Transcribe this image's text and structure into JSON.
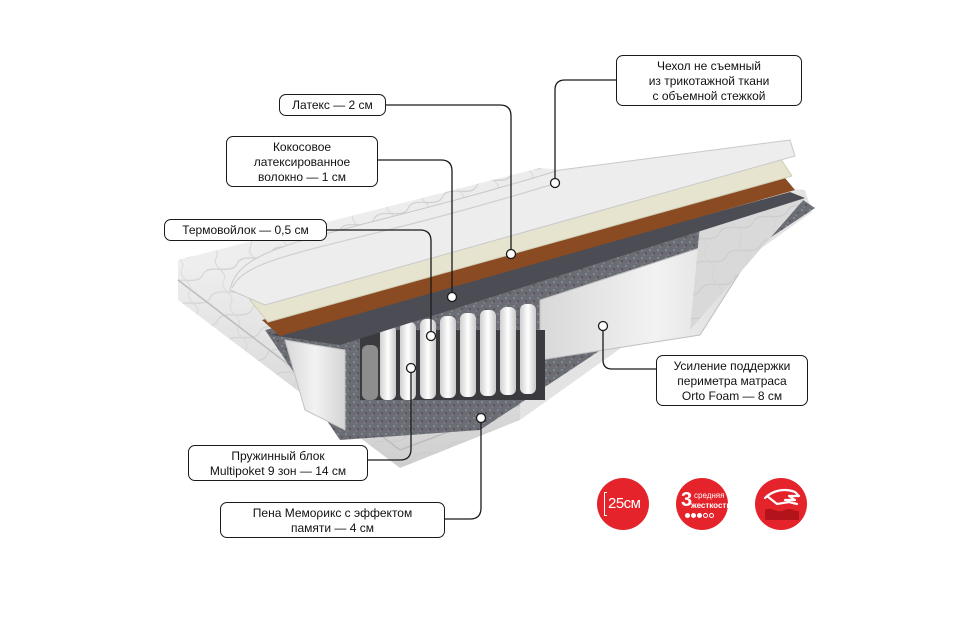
{
  "callouts": {
    "cover": [
      "Чехол не съемный",
      "из трикотажной ткани",
      "с объемной стежкой"
    ],
    "latex": [
      "Латекс — 2 см"
    ],
    "coconut": [
      "Кокосовое",
      "латексированное",
      "волокно — 1 см"
    ],
    "felt": [
      "Термовойлок — 0,5 см"
    ],
    "perimeter": [
      "Усиление поддержки",
      "периметра матраса",
      "Orto Foam — 8 см"
    ],
    "springs": [
      "Пружинный блок",
      "Multipoket 9 зон — 14 см"
    ],
    "memory": [
      "Пена Мемορикс с эффектом",
      "памяти — 4 см"
    ]
  },
  "badges": {
    "height": {
      "value": "25см"
    },
    "firmness": {
      "digit": "3",
      "line1": "средняя",
      "line2": "жесткость",
      "dots_filled": 3,
      "dots_total": 5
    },
    "memory": {
      "icon": "hand-icon"
    }
  },
  "colors": {
    "accent": "#e4232b",
    "outline": "#1a1a1a",
    "coconut": "#8a4a22",
    "latex": "#e6e4cf",
    "felt": "#5d5d62"
  }
}
